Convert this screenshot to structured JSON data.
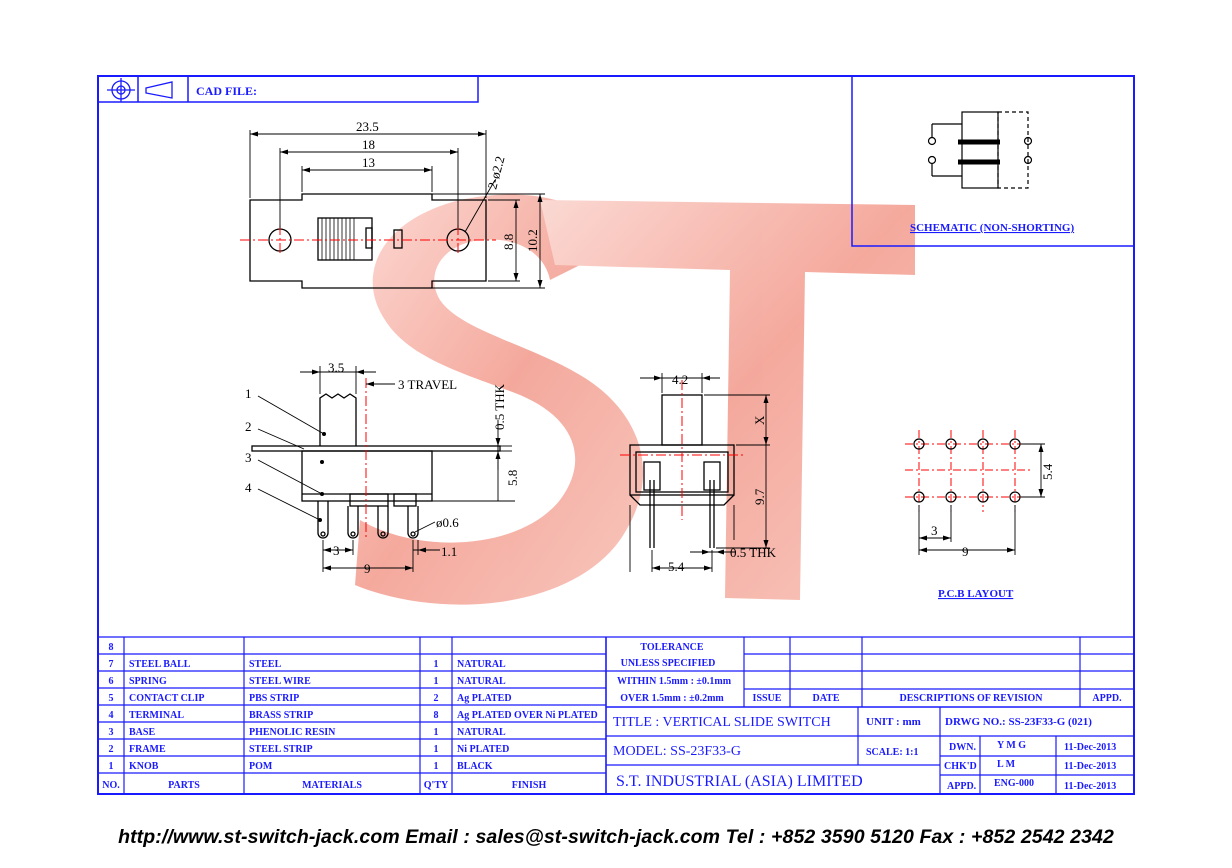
{
  "header": {
    "cad_file_label": "CAD FILE:"
  },
  "watermark": {
    "text": "ST"
  },
  "top_view": {
    "dim_width_overall": "23.5",
    "dim_hole_pitch": "18",
    "dim_body_length": "13",
    "dim_holes": "2-ø2.2",
    "dim_inner_height": "8.8",
    "dim_outer_height": "10.2"
  },
  "side_view": {
    "dim_knob": "3.5",
    "dim_travel": "3 TRAVEL",
    "dim_thk": "0.5 THK",
    "dim_height": "5.8",
    "dim_pin_dia": "ø0.6",
    "dim_pitch": "3",
    "dim_span": "9",
    "dim_tail": "1.1",
    "callouts": [
      "1",
      "2",
      "3",
      "4"
    ]
  },
  "end_view": {
    "dim_width": "4.2",
    "dim_x": "X",
    "dim_height": "9.7",
    "dim_base": "5.4",
    "dim_thk": "0.5 THK"
  },
  "schematic": {
    "label": "SCHEMATIC (NON-SHORTING)"
  },
  "pcb": {
    "label": "P.C.B LAYOUT",
    "dim_pitch": "3",
    "dim_span": "9",
    "dim_row": "5.4"
  },
  "parts_table": {
    "rows": [
      {
        "no": "8",
        "part": "",
        "material": "",
        "qty": "",
        "finish": ""
      },
      {
        "no": "7",
        "part": "STEEL BALL",
        "material": "STEEL",
        "qty": "1",
        "finish": "NATURAL"
      },
      {
        "no": "6",
        "part": "SPRING",
        "material": "STEEL WIRE",
        "qty": "1",
        "finish": "NATURAL"
      },
      {
        "no": "5",
        "part": "CONTACT CLIP",
        "material": "PBS STRIP",
        "qty": "2",
        "finish": "Ag PLATED"
      },
      {
        "no": "4",
        "part": "TERMINAL",
        "material": "BRASS STRIP",
        "qty": "8",
        "finish": "Ag PLATED OVER Ni PLATED"
      },
      {
        "no": "3",
        "part": "BASE",
        "material": "PHENOLIC RESIN",
        "qty": "1",
        "finish": "NATURAL"
      },
      {
        "no": "2",
        "part": "FRAME",
        "material": "STEEL STRIP",
        "qty": "1",
        "finish": "Ni PLATED"
      },
      {
        "no": "1",
        "part": "KNOB",
        "material": "POM",
        "qty": "1",
        "finish": "BLACK"
      }
    ],
    "headers": {
      "no": "NO.",
      "part": "PARTS",
      "material": "MATERIALS",
      "qty": "Q'TY",
      "finish": "FINISH"
    }
  },
  "tolerance": {
    "line1": "TOLERANCE",
    "line2": "UNLESS  SPECIFIED",
    "line3": "WITHIN 1.5mm : ±0.1mm",
    "line4": "OVER 1.5mm : ±0.2mm"
  },
  "revision": {
    "issue": "ISSUE",
    "date": "DATE",
    "descriptions": "DESCRIPTIONS  OF  REVISION",
    "appd": "APPD."
  },
  "title_block": {
    "title": "TITLE : VERTICAL SLIDE SWITCH",
    "unit": "UNIT :  mm",
    "drwg_no": "DRWG NO.: SS-23F33-G (021)",
    "model": "MODEL: SS-23F33-G",
    "scale": "SCALE:  1:1",
    "dwn_label": "DWN.",
    "dwn_name": "Y M G",
    "dwn_date": "11-Dec-2013",
    "chkd_label": "CHK'D",
    "chkd_name": "L M",
    "chkd_date": "11-Dec-2013",
    "appd_label": "APPD.",
    "appd_name": "ENG-000",
    "appd_date": "11-Dec-2013",
    "company": "S.T.  INDUSTRIAL  (ASIA)  LIMITED"
  },
  "footer": {
    "text": "http://www.st-switch-jack.com  Email : sales@st-switch-jack.com  Tel : +852 3590 5120  Fax : +852 2542 2342"
  },
  "colors": {
    "frame": "#1a1aff",
    "drawing": "#000000",
    "centerline": "#ff0000",
    "watermark": "#f4a79b"
  }
}
